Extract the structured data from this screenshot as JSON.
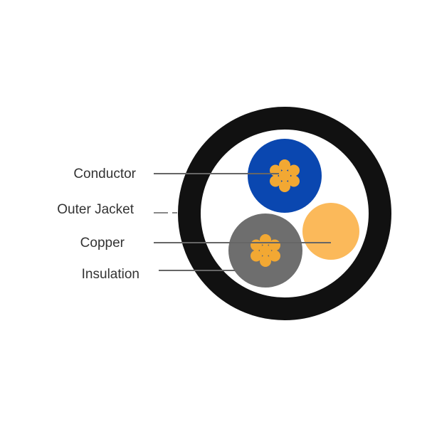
{
  "diagram": {
    "labels": {
      "conductor": "Conductor",
      "outer_jacket": "Outer Jacket",
      "copper": "Copper",
      "insulation": "Insulation"
    },
    "colors": {
      "jacket": "#111111",
      "blue_insulation": "#0a47b0",
      "gray_insulation": "#6e6e6e",
      "strand": "#f2a833",
      "filler": "#fbb95a",
      "leader": "#666666"
    }
  }
}
